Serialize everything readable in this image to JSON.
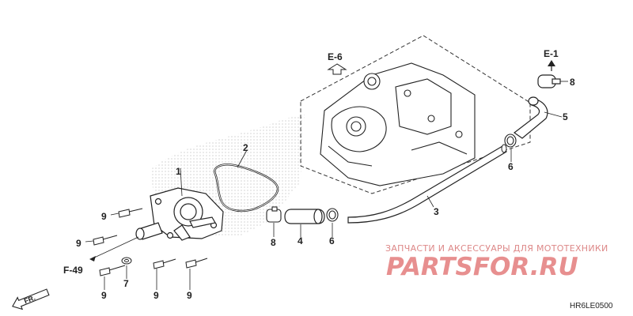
{
  "refs": {
    "e6": "E-6",
    "e1": "E-1",
    "f49": "F-49",
    "fr": "FR."
  },
  "part_labels": {
    "p1": "1",
    "p2": "2",
    "p3": "3",
    "p4": "4",
    "p5": "5",
    "p6a": "6",
    "p6b": "6",
    "p7": "7",
    "p8a": "8",
    "p8b": "8",
    "p9a": "9",
    "p9b": "9",
    "p9c": "9",
    "p9d": "9",
    "p9e": "9"
  },
  "watermark": {
    "subtitle": "ЗАПЧАСТИ И АКСЕССУАРЫ ДЛЯ МОТОТЕХНИКИ",
    "main": "PARTSFOR.RU"
  },
  "diagram_code": "HR6LE0500",
  "colors": {
    "line": "#222222",
    "watermark": "#e06a6a"
  }
}
